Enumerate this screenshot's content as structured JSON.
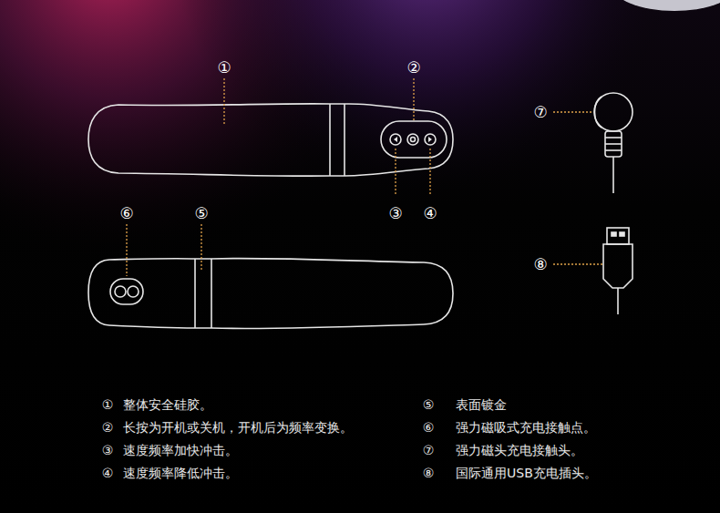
{
  "diagram": {
    "labels": [
      "①",
      "②",
      "⑦",
      "⑥",
      "⑤",
      "③",
      "④",
      "⑧",
      "①",
      "整体安全硅胶。",
      "②",
      "长按为开机或关机，开机后为频率变换。",
      "③",
      "速度频率加快冲击。",
      "④",
      "速度频率降低冲击。",
      "⑤",
      "表面镀金",
      "⑥",
      "强力磁吸式充电接触点。",
      "⑦",
      "强力磁头充电接触头。",
      "⑧",
      "国际通用USB充电插头。"
    ]
  }
}
